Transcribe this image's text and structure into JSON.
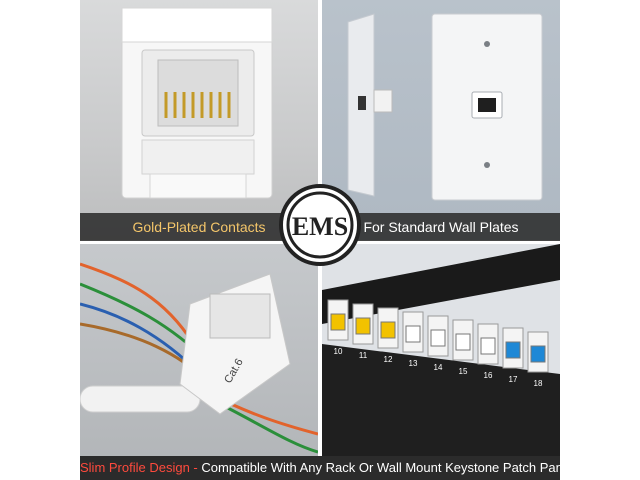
{
  "captions": {
    "top_left": "Gold-Plated Contacts",
    "top_right": "For Standard Wall Plates"
  },
  "bottom_banner": {
    "highlight": "Slim Profile Design -",
    "text": " Compatible With Any Rack Or Wall Mount Keystone Patch Panel"
  },
  "logo_text": "EMS",
  "keystone_label": "Cat.6",
  "patch_panel_numbers": [
    "10",
    "11",
    "12",
    "13",
    "14",
    "15",
    "16",
    "17",
    "18"
  ],
  "colors": {
    "caption_accent": "#f4c66a",
    "bottom_accent": "#ff4a3d",
    "keystone_yellow": "#f2c200",
    "keystone_blue": "#1e88d6"
  }
}
